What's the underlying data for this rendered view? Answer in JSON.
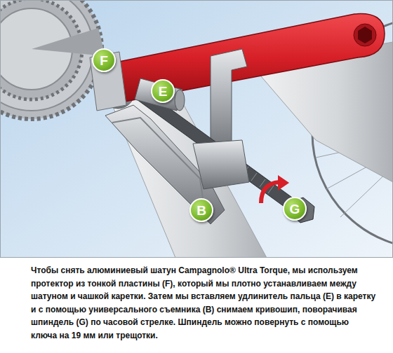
{
  "diagram": {
    "caption": "Чтобы снять алюминиевый шатун Campagnolo® Ultra Torque, мы используем протектор из тонкой пластины (F), который мы плотно устанавливаем между шатуном и чашкой каретки. Затем мы вставляем удлинитель пальца (E) в каретку и с помощью универсального съемника (B) снимаем кривошип, поворачивая шпиндель (G) по часовой стрелке. Шпиндель можно повернуть с помощью ключа на 19 мм или трещотки.",
    "nodes": [
      {
        "text": [
          "F"
        ]
      },
      {
        "text": [
          "E"
        ]
      },
      {
        "text": [
          "B"
        ]
      },
      {
        "text": [
          "G"
        ]
      }
    ]
  }
}
